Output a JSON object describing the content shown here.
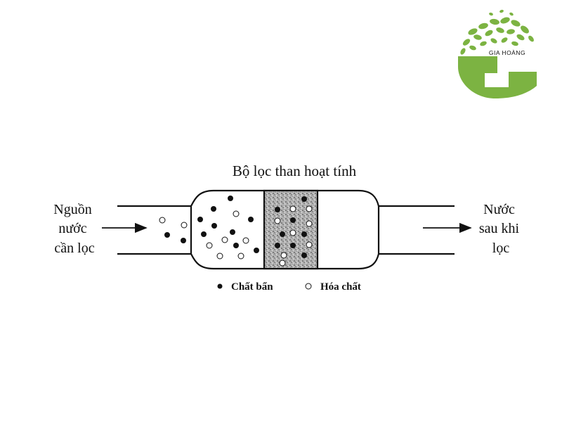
{
  "diagram": {
    "title": "Bộ lọc than hoạt tính",
    "inlet_label": [
      "Nguồn",
      "nước",
      "cần lọc"
    ],
    "outlet_label": [
      "Nước",
      "sau khi",
      "lọc"
    ],
    "legend": {
      "dirt": "Chất bẩn",
      "chemical": "Hóa chất"
    }
  },
  "logo": {
    "text": "GIA HOÀNG",
    "letter": "G"
  },
  "colors": {
    "logo_green": "#7cb342",
    "ink": "#111111"
  },
  "icons": {
    "dirt_marker": "filled-dot",
    "chemical_marker": "hollow-dot"
  }
}
